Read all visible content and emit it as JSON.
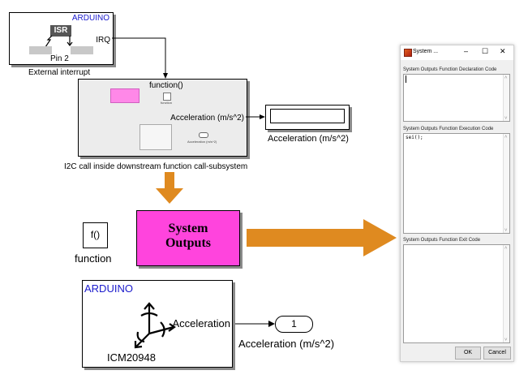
{
  "ext_interrupt": {
    "brand": "ARDUINO",
    "isr_badge": "ISR",
    "port_label": "IRQ",
    "pin_label": "Pin 2",
    "caption": "External interrupt"
  },
  "subsystem": {
    "function_port": "function()",
    "function_mini": "function",
    "output_port": "Acceleration (m/s^2)",
    "inner_out_label": "Acceleration (m/s^2)",
    "caption": "I2C call inside downstream function call-subsystem"
  },
  "display_block": {
    "caption": "Acceleration (m/s^2)"
  },
  "function_block": {
    "symbol": "f()",
    "caption": "function"
  },
  "system_outputs_block": {
    "line1": "System",
    "line2": "Outputs",
    "fill_color": "#ff44dd"
  },
  "sensor_block": {
    "brand": "ARDUINO",
    "port_label": "Acceleration",
    "name": "ICM20948"
  },
  "outport": {
    "number": "1",
    "caption": "Acceleration (m/s^2)"
  },
  "dialog": {
    "title": "System ...",
    "minimize": "–",
    "maximize": "☐",
    "close": "✕",
    "declaration_label": "System Outputs Function Declaration Code",
    "declaration_code": "",
    "execution_label": "System Outputs Function Execution Code",
    "execution_code": "sei();",
    "exit_label": "System Outputs Function Exit Code",
    "exit_code": "",
    "ok_label": "OK",
    "cancel_label": "Cancel"
  },
  "colors": {
    "arrow": "#df8a20",
    "brand": "#1a1acc",
    "pink": "#ff44dd"
  }
}
